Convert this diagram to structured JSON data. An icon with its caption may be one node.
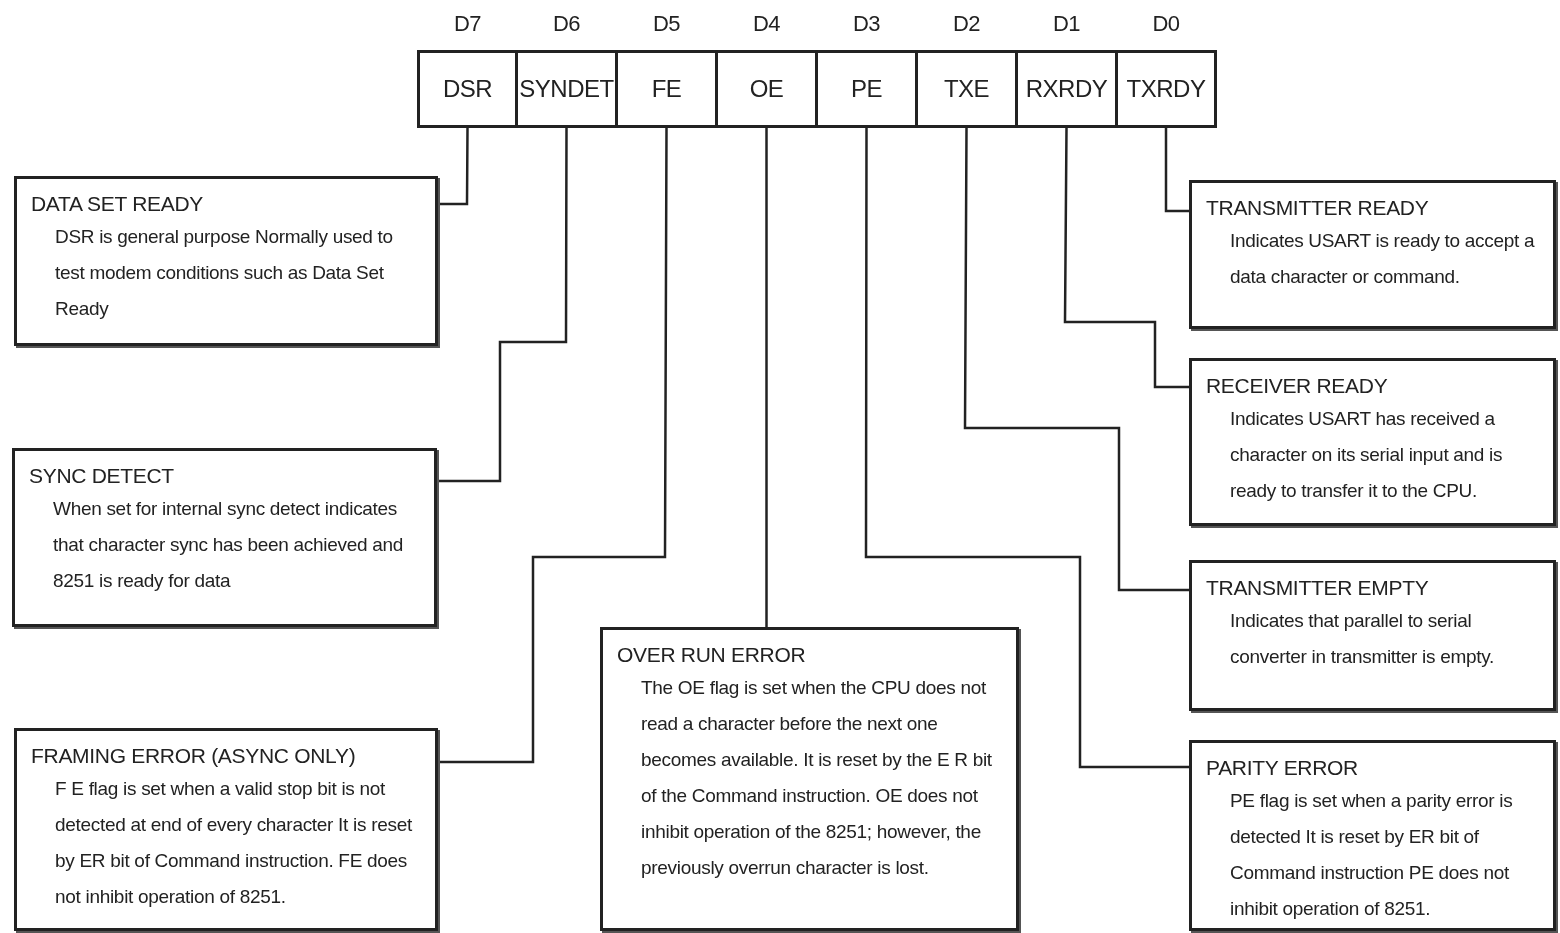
{
  "diagram": {
    "nodes": [
      {
        "text": [
          "DSR"
        ],
        "beside": [
          "D7"
        ]
      },
      {
        "text": [
          "SYNDET"
        ],
        "beside": [
          "D6"
        ]
      },
      {
        "text": [
          "FE"
        ],
        "beside": [
          "D5"
        ]
      },
      {
        "text": [
          "OE"
        ],
        "beside": [
          "D4"
        ]
      },
      {
        "text": [
          "PE"
        ],
        "beside": [
          "D3"
        ]
      },
      {
        "text": [
          "TXE"
        ],
        "beside": [
          "D2"
        ]
      },
      {
        "text": [
          "RXRDY"
        ],
        "beside": [
          "D1"
        ]
      },
      {
        "text": [
          "TXRDY"
        ],
        "beside": [
          "D0"
        ]
      },
      {
        "text": [
          "DATA SET READY",
          "DSR is general purpose Normally used to test modem conditions such as Data Set Ready"
        ]
      },
      {
        "text": [
          "SYNC DETECT",
          "When set for internal sync detect indicates that character sync has been achieved and 8251 is ready for data"
        ]
      },
      {
        "text": [
          "FRAMING ERROR (ASYNC ONLY)",
          "F E flag is set when a valid stop bit is not detected at end of every character It is reset by ER bit of Command instruction. FE does not inhibit operation of 8251."
        ]
      },
      {
        "text": [
          "OVER RUN ERROR",
          "The OE flag is set when the CPU does not read a character before the next one becomes available. It is reset by the E R bit of the Command instruction. OE does not inhibit operation of the 8251; however, the previously overrun character is lost."
        ]
      },
      {
        "text": [
          "TRANSMITTER READY",
          "Indicates USART is ready to accept a data character or command."
        ]
      },
      {
        "text": [
          "RECEIVER READY",
          "Indicates USART has received a character on its serial input and is ready to transfer it to the CPU."
        ]
      },
      {
        "text": [
          "TRANSMITTER EMPTY",
          "Indicates that parallel to serial converter in transmitter is empty."
        ]
      },
      {
        "text": [
          "PARITY ERROR",
          "PE flag is set when a parity error is detected It is reset by ER bit of Command instruction PE does not inhibit operation of 8251."
        ]
      }
    ],
    "edges": [
      {
        "from": 0,
        "to": 8,
        "arrow": "none"
      },
      {
        "from": 1,
        "to": 9,
        "arrow": "none"
      },
      {
        "from": 2,
        "to": 10,
        "arrow": "none"
      },
      {
        "from": 3,
        "to": 11,
        "arrow": "none"
      },
      {
        "from": 7,
        "to": 12,
        "arrow": "none"
      },
      {
        "from": 6,
        "to": 13,
        "arrow": "none"
      },
      {
        "from": 5,
        "to": 14,
        "arrow": "none"
      },
      {
        "from": 4,
        "to": 15,
        "arrow": "none"
      }
    ]
  }
}
